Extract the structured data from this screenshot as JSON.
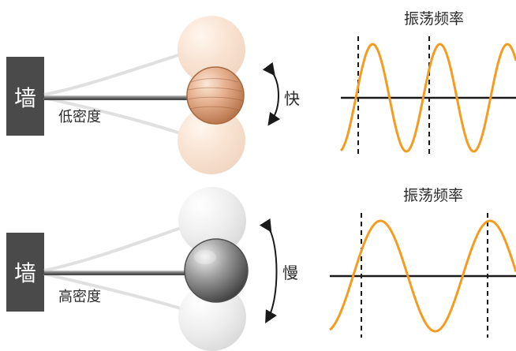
{
  "rows": [
    {
      "wall_label": "墙",
      "density_label": "低密度",
      "speed_label": "快",
      "freq_title": "振荡频率",
      "colors": {
        "wave": "#f39c1f",
        "ball_light": "#f8ddc4",
        "ball_dark": "#c98558",
        "ball_edge": "#a7693f"
      },
      "material": "wood",
      "waveform": {
        "cycles_visible": 2.6,
        "description": "higher frequency"
      }
    },
    {
      "wall_label": "墙",
      "density_label": "高密度",
      "speed_label": "慢",
      "freq_title": "振荡频率",
      "colors": {
        "wave": "#f39c1f",
        "ball_light": "#e8e8e8",
        "ball_dark": "#707070",
        "ball_edge": "#4f4f4f"
      },
      "material": "metal",
      "waveform": {
        "cycles_visible": 1.7,
        "description": "lower frequency"
      }
    }
  ],
  "colors": {
    "wall": "#4a4a4a",
    "axis": "#1a1a1a",
    "marker": "#1a1a1a"
  }
}
